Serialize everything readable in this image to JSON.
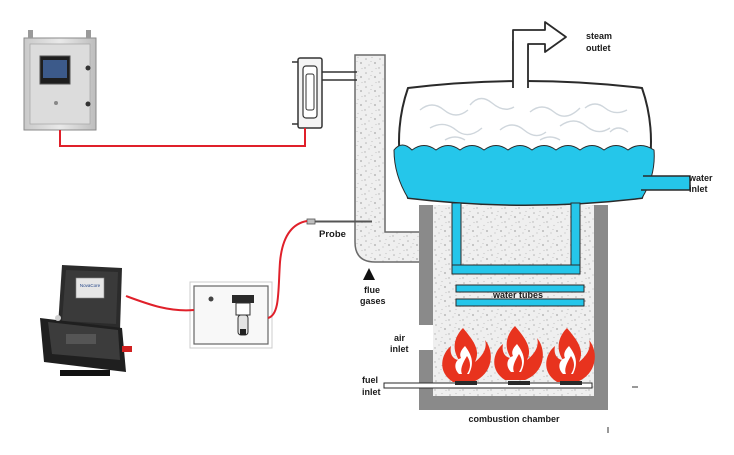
{
  "labels": {
    "steam_outlet_line1": "steam",
    "steam_outlet_line2": "outlet",
    "water_inlet_line1": "water",
    "water_inlet_line2": "inlet",
    "probe": "Probe",
    "flue_gases_line1": "flue",
    "flue_gases_line2": "gases",
    "water_tubes": "water tubes",
    "air_inlet_line1": "air",
    "air_inlet_line2": "inlet",
    "fuel_inlet_line1": "fuel",
    "fuel_inlet_line2": "inlet",
    "combustion_chamber": "combustion chamber"
  },
  "devices": {
    "analyzer_screen_text": "NovaCore"
  },
  "colors": {
    "water": "#25c6ea",
    "cable": "#e0202a",
    "wall": "#8a8a8a",
    "flame": "#e8331e",
    "dark_line": "#2a2a2a"
  },
  "icons": {
    "wall_cabinet": "control-cabinet-icon",
    "wall_sensor": "sensor-mount-icon",
    "portable_analyzer": "portable-analyzer-icon",
    "conditioning_unit": "sample-conditioner-icon",
    "flame": "flame-icon",
    "flow_arrow": "up-arrow-icon"
  }
}
